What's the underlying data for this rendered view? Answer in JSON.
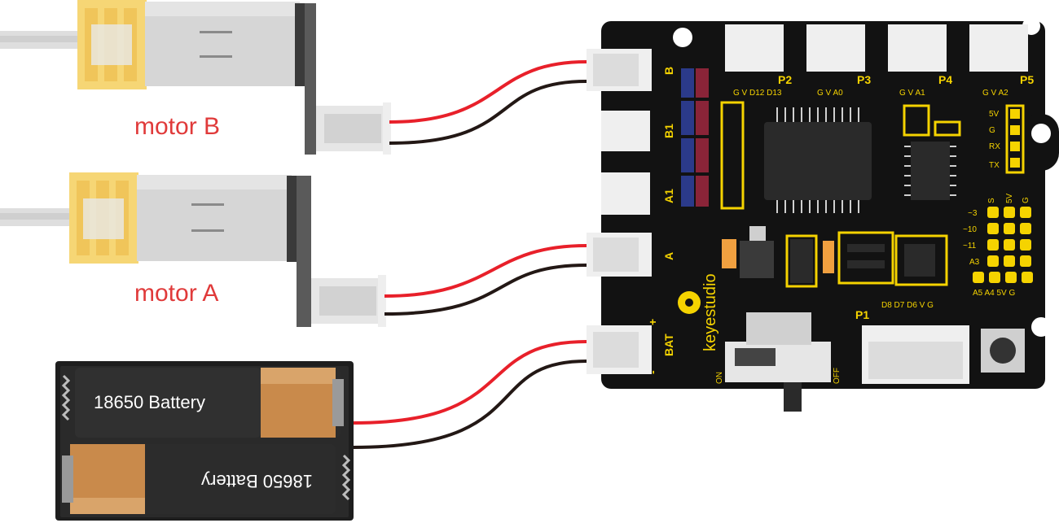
{
  "motors": {
    "motor_b": "motor B",
    "motor_a": "motor A"
  },
  "battery": {
    "cell_1": "18650  Battery",
    "cell_2": "18650  Battery"
  },
  "board": {
    "brand": "keyestudio",
    "headers": {
      "p2": {
        "name": "P2",
        "pins": "G  V  D12  D13"
      },
      "p3": {
        "name": "P3",
        "pins": "G  V  A0"
      },
      "p4": {
        "name": "P4",
        "pins": "G  V  A1"
      },
      "p5": {
        "name": "P5",
        "pins": "G  V  A2"
      },
      "p1": {
        "name": "P1",
        "pins": "D8  D7  D6   V   G"
      }
    },
    "left_connectors": {
      "b": "B",
      "b1": "B1",
      "a1": "A1",
      "a": "A",
      "bat": "BAT",
      "plus": "+",
      "minus": "-"
    },
    "serial_pins": [
      "5V",
      "G",
      "RX",
      "TX"
    ],
    "pwm_rows": [
      "~3",
      "~10",
      "~11",
      "A3"
    ],
    "pwm_cols": [
      "S",
      "5V",
      "G"
    ],
    "analog_bottom": "A5   A4  5V   G",
    "switch": {
      "on": "ON",
      "off": "OFF"
    }
  },
  "colors": {
    "board": "#121212",
    "silk": "#f5d300",
    "wire_red": "#e8202a",
    "wire_black": "#231815",
    "label_red": "#e03a3a",
    "motor_yellow": "#f6d675",
    "motor_gray": "#d6d6d6",
    "cell_orange": "#c98a4b"
  }
}
